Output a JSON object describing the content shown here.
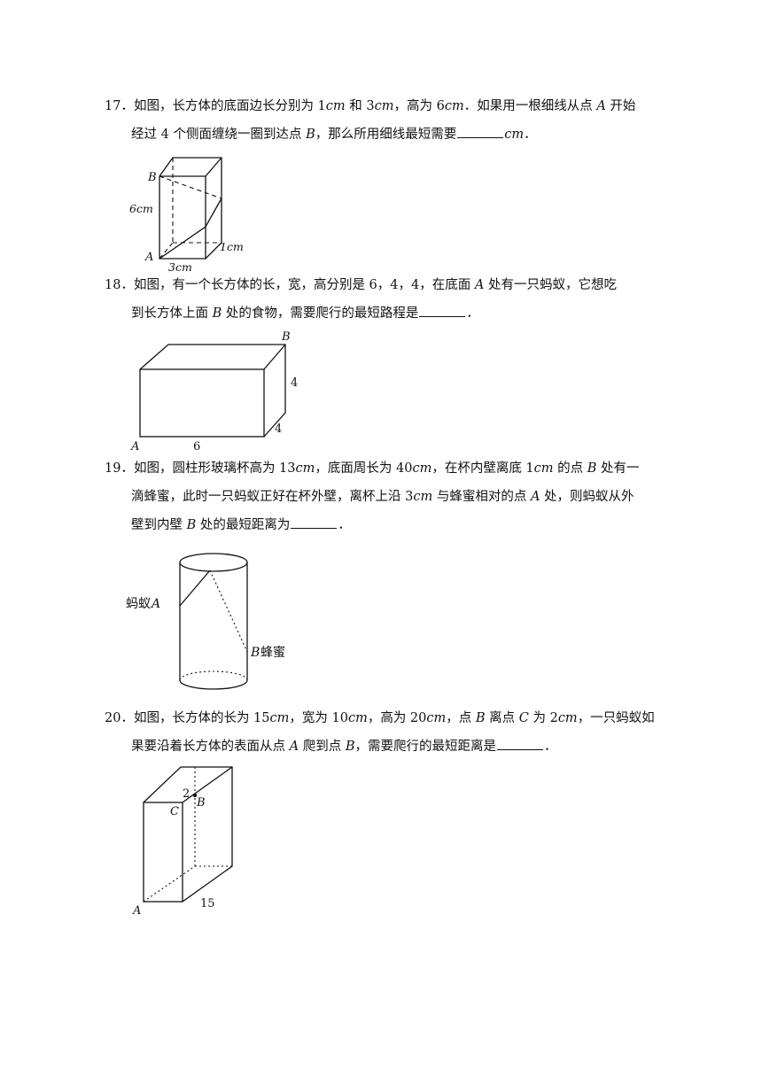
{
  "questions": [
    {
      "number": "17．",
      "line1": {
        "t1": "如图，长方体的底面边长分别为 1",
        "u1": "cm",
        "t2": " 和 3",
        "u2": "cm",
        "t3": "，高为 6",
        "u3": "cm",
        "t4": "．如果用一根细线从点 ",
        "p1": "A",
        "t5": " 开始"
      },
      "line2": {
        "t1": "经过 4 个侧面缠绕一圈到达点 ",
        "p1": "B",
        "t2": "，那么所用细线最短需要",
        "u1": "cm",
        "t3": "．"
      },
      "figure": {
        "label_b": "B",
        "label_a": "A",
        "label_height": "6cm",
        "label_width": "1cm",
        "label_length": "3cm"
      }
    },
    {
      "number": "18．",
      "line1": {
        "t1": "如图，有一个长方体的长，宽，高分别是 6，4，4，在底面 ",
        "p1": "A",
        "t2": " 处有一只蚂蚁，它想吃"
      },
      "line2": {
        "t1": "到长方体上面 ",
        "p1": "B",
        "t2": " 处的食物，需要爬行的最短路程是",
        "t3": "．"
      },
      "figure": {
        "label_b": "B",
        "label_a": "A",
        "label_length": "6",
        "label_height": "4",
        "label_width": "4"
      }
    },
    {
      "number": "19．",
      "line1": {
        "t1": "如图，圆柱形玻璃杯高为 13",
        "u1": "cm",
        "t2": "，底面周长为 40",
        "u2": "cm",
        "t3": "，在杯内壁离底 1",
        "u3": "cm",
        "t4": " 的点 ",
        "p1": "B",
        "t5": " 处有一"
      },
      "line2": {
        "t1": "滴蜂蜜，此时一只蚂蚁正好在杯外壁，离杯上沿 3",
        "u1": "cm",
        "t2": " 与蜂蜜相对的点 ",
        "p1": "A",
        "t3": " 处，则蚂蚁从外"
      },
      "line3": {
        "t1": "壁到内壁 ",
        "p1": "B",
        "t2": " 处的最短距离为",
        "t3": "．"
      },
      "figure": {
        "ant_text": "蚂蚁",
        "ant_point": "A",
        "honey_point": "B",
        "honey_text": "蜂蜜"
      }
    },
    {
      "number": "20．",
      "line1": {
        "t1": "如图，长方体的长为 15",
        "u1": "cm",
        "t2": "，宽为 10",
        "u2": "cm",
        "t3": "，高为 20",
        "u3": "cm",
        "t4": "，点 ",
        "p1": "B",
        "t5": " 离点 ",
        "p2": "C",
        "t6": " 为 2",
        "u4": "cm",
        "t7": "，一只蚂蚁如"
      },
      "line2": {
        "t1": "果要沿着长方体的表面从点 ",
        "p1": "A",
        "t2": " 爬到点 ",
        "p2": "B",
        "t3": "，需要爬行的最短距离是",
        "t4": "．"
      },
      "figure": {
        "label_2": "2",
        "label_c": "C",
        "label_b": "B",
        "label_a": "A",
        "label_15": "15"
      }
    }
  ]
}
